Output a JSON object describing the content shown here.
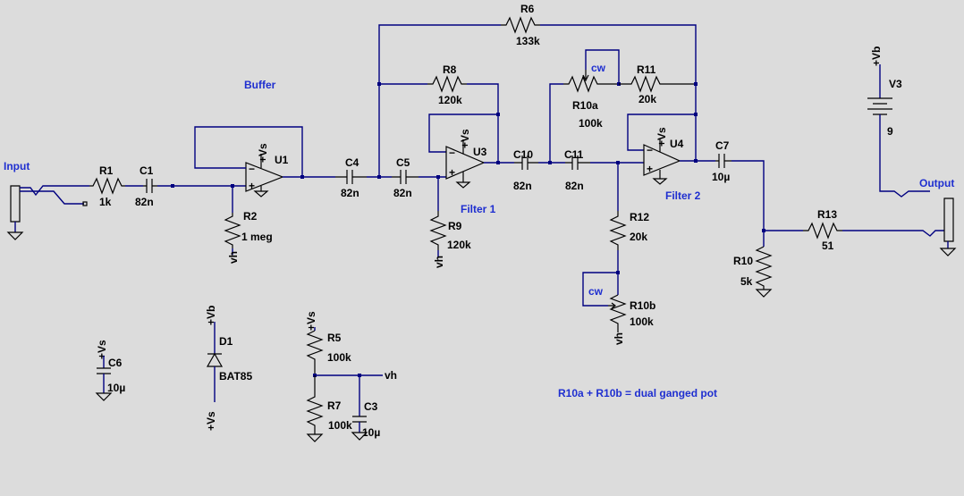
{
  "labels": {
    "input": "Input",
    "output": "Output",
    "buffer": "Buffer",
    "filter1": "Filter 1",
    "filter2": "Filter 2",
    "note": "R10a + R10b = dual ganged pot",
    "cw_top": "cw",
    "cw_bottom": "cw"
  },
  "components": {
    "r1": {
      "name": "R1",
      "value": "1k"
    },
    "c1": {
      "name": "C1",
      "value": "82n"
    },
    "r2": {
      "name": "R2",
      "value": "1 meg"
    },
    "u1": {
      "name": "U1",
      "supply": "+Vs"
    },
    "c4": {
      "name": "C4",
      "value": "82n"
    },
    "c5": {
      "name": "C5",
      "value": "82n"
    },
    "r6": {
      "name": "R6",
      "value": "133k"
    },
    "r8": {
      "name": "R8",
      "value": "120k"
    },
    "r9": {
      "name": "R9",
      "value": "120k"
    },
    "u3": {
      "name": "U3",
      "supply": "+Vs"
    },
    "c10": {
      "name": "C10",
      "value": "82n"
    },
    "c11": {
      "name": "C11",
      "value": "82n"
    },
    "r10a": {
      "name": "R10a",
      "value": "100k"
    },
    "r11": {
      "name": "R11",
      "value": "20k"
    },
    "r12": {
      "name": "R12",
      "value": "20k"
    },
    "r10b": {
      "name": "R10b",
      "value": "100k"
    },
    "u4": {
      "name": "U4",
      "supply": "+Vs"
    },
    "c7": {
      "name": "C7",
      "value": "10µ"
    },
    "r10": {
      "name": "R10",
      "value": "5k"
    },
    "r13": {
      "name": "R13",
      "value": "51"
    },
    "v3": {
      "name": "V3",
      "value": "9",
      "rail": "+Vb"
    },
    "c6": {
      "name": "C6",
      "value": "10µ",
      "rail": "+Vs"
    },
    "d1": {
      "name": "D1",
      "value": "BAT85",
      "rail_top": "+Vb",
      "rail_bottom": "+Vs"
    },
    "r5": {
      "name": "R5",
      "value": "100k",
      "rail": "+Vs"
    },
    "r7": {
      "name": "R7",
      "value": "100k"
    },
    "c3": {
      "name": "C3",
      "value": "10µ"
    }
  },
  "nets": {
    "vh": "vh"
  }
}
